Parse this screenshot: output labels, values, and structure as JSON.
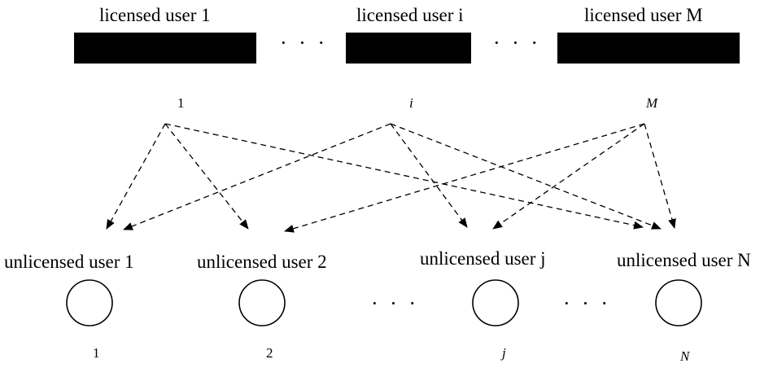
{
  "licensed_users": [
    {
      "name": "licensed user 1",
      "index": "1"
    },
    {
      "name": "licensed user i",
      "index": "i"
    },
    {
      "name": "licensed user M",
      "index": "M"
    }
  ],
  "unlicensed_users": [
    {
      "name": "unlicensed user 1",
      "index": "1"
    },
    {
      "name": "unlicensed user 2",
      "index": "2"
    },
    {
      "name": "unlicensed user j",
      "index": "j"
    },
    {
      "name": "unlicensed user N",
      "index": "N"
    }
  ],
  "ellipsis": "· · ·",
  "colors": {
    "ink": "#000000",
    "background": "#ffffff"
  }
}
